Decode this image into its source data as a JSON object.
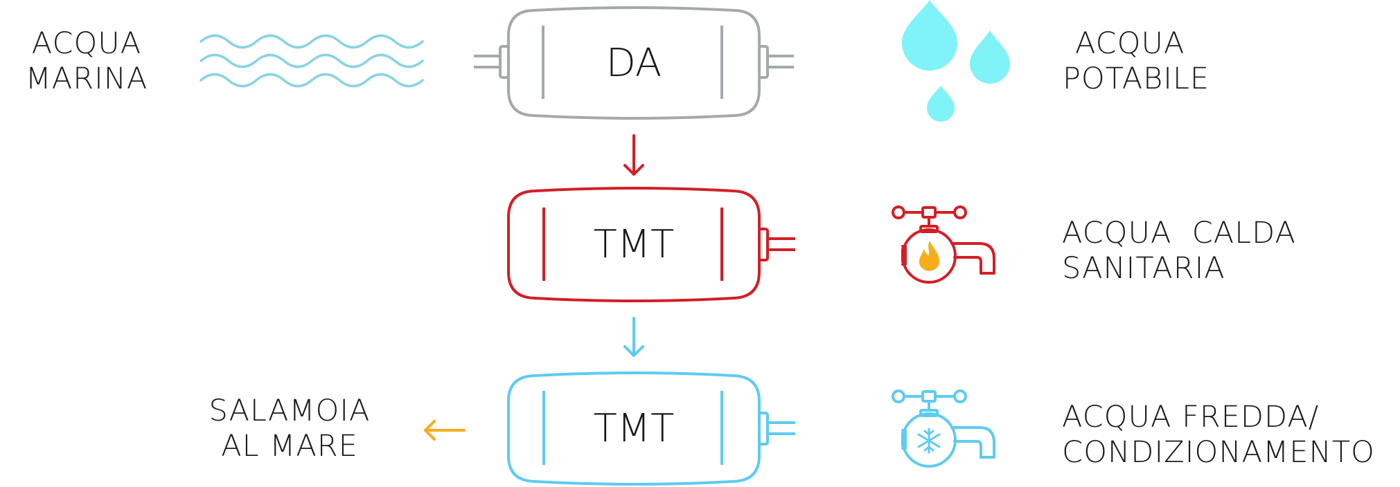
{
  "colors": {
    "gray": "#a4a9ab",
    "red": "#d31f26",
    "light_blue": "#5ecbf0",
    "cyan": "#7ff3f7",
    "sea_wave": "#8ad3e3",
    "orange": "#f6ad1b"
  },
  "left": {
    "sea_water": [
      "ACQUA",
      "MARINA"
    ],
    "brine": [
      "SALAMOIA",
      "AL MARE"
    ]
  },
  "tanks": {
    "da": "DA",
    "tmt_hot": "TMT",
    "tmt_cold": "TMT"
  },
  "right": {
    "drinking_water": [
      "ACQUA",
      "POTABILE"
    ],
    "hot_water": [
      "ACQUA  CALDA",
      "SANITARIA"
    ],
    "cold_water": [
      "ACQUA FREDDA/",
      "CONDIZIONAMENTO"
    ]
  },
  "icons": {
    "sea": "waves-icon",
    "drops": "water-drops-icon",
    "hot_tap": "hot-water-tap-icon",
    "cold_tap": "cold-water-tap-icon"
  }
}
